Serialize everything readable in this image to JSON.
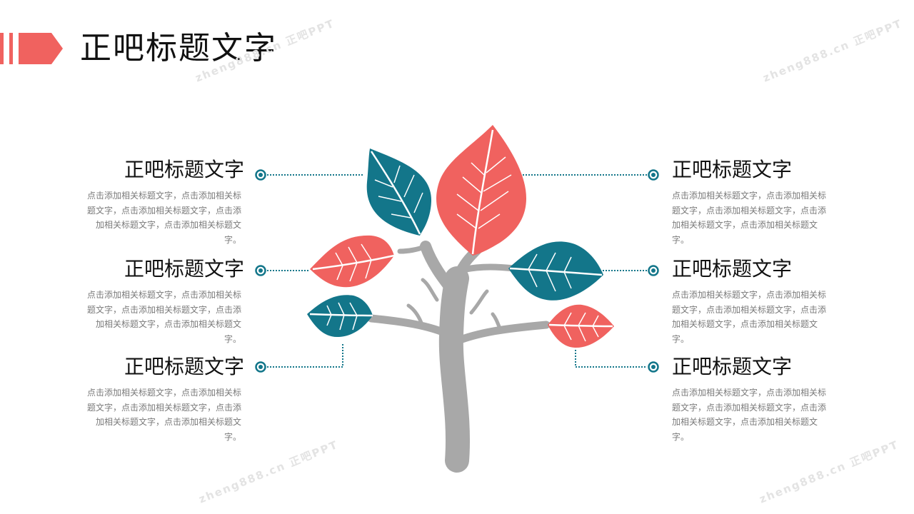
{
  "header": {
    "title": "正吧标题文字",
    "accent_color": "#f0625f"
  },
  "topics": [
    {
      "side": "left",
      "title": "正吧标题文字",
      "body": "点击添加相关标题文字，点击添加相关标题文字，点击添加相关标题文字，点击添加相关标题文字，点击添加相关标题文字。"
    },
    {
      "side": "left",
      "title": "正吧标题文字",
      "body": "点击添加相关标题文字，点击添加相关标题文字，点击添加相关标题文字，点击添加相关标题文字，点击添加相关标题文字。"
    },
    {
      "side": "left",
      "title": "正吧标题文字",
      "body": "点击添加相关标题文字，点击添加相关标题文字，点击添加相关标题文字，点击添加相关标题文字，点击添加相关标题文字。"
    },
    {
      "side": "right",
      "title": "正吧标题文字",
      "body": "点击添加相关标题文字，点击添加相关标题文字，点击添加相关标题文字，点击添加相关标题文字，点击添加相关标题文字。"
    },
    {
      "side": "right",
      "title": "正吧标题文字",
      "body": "点击添加相关标题文字，点击添加相关标题文字，点击添加相关标题文字，点击添加相关标题文字，点击添加相关标题文字。"
    },
    {
      "side": "right",
      "title": "正吧标题文字",
      "body": "点击添加相关标题文字，点击添加相关标题文字，点击添加相关标题文字，点击添加相关标题文字，点击添加相关标题文字。"
    }
  ],
  "colors": {
    "coral": "#f0625f",
    "teal": "#13768a",
    "trunk": "#a8a8a8"
  },
  "watermarks": [
    "zheng888.cn 正吧PPT",
    "zheng888.cn 正吧PPT",
    "zheng888.cn 正吧PPT",
    "zheng888.cn 正吧PPT"
  ]
}
